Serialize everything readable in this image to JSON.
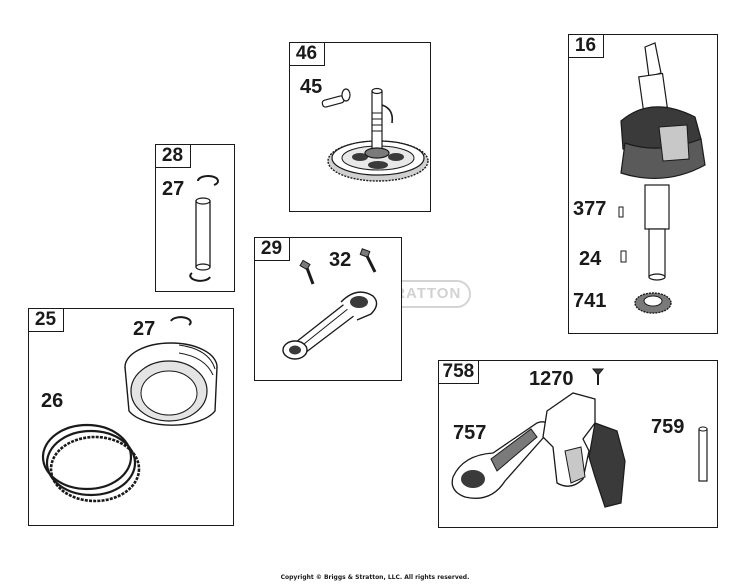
{
  "groups": {
    "g46": {
      "tag": "46",
      "callouts": [
        "45"
      ]
    },
    "g28": {
      "tag": "28",
      "callouts": [
        "27"
      ]
    },
    "g29": {
      "tag": "29",
      "callouts": [
        "32"
      ]
    },
    "g25": {
      "tag": "25",
      "callouts": [
        "27",
        "26"
      ]
    },
    "g16": {
      "tag": "16",
      "callouts": [
        "377",
        "24",
        "741"
      ]
    },
    "g758": {
      "tag": "758",
      "callouts": [
        "1270",
        "757",
        "759"
      ]
    }
  },
  "watermark": "BRIGGS & STRATTON",
  "copyright": "Copyright © Briggs & Stratton, LLC. All rights reserved.",
  "colors": {
    "line": "#1a1a1a",
    "fill_dark": "#3a3a3a",
    "fill_mid": "#7a7a7a",
    "fill_light": "#c8c8c8",
    "watermark": "#d2d2d2"
  }
}
